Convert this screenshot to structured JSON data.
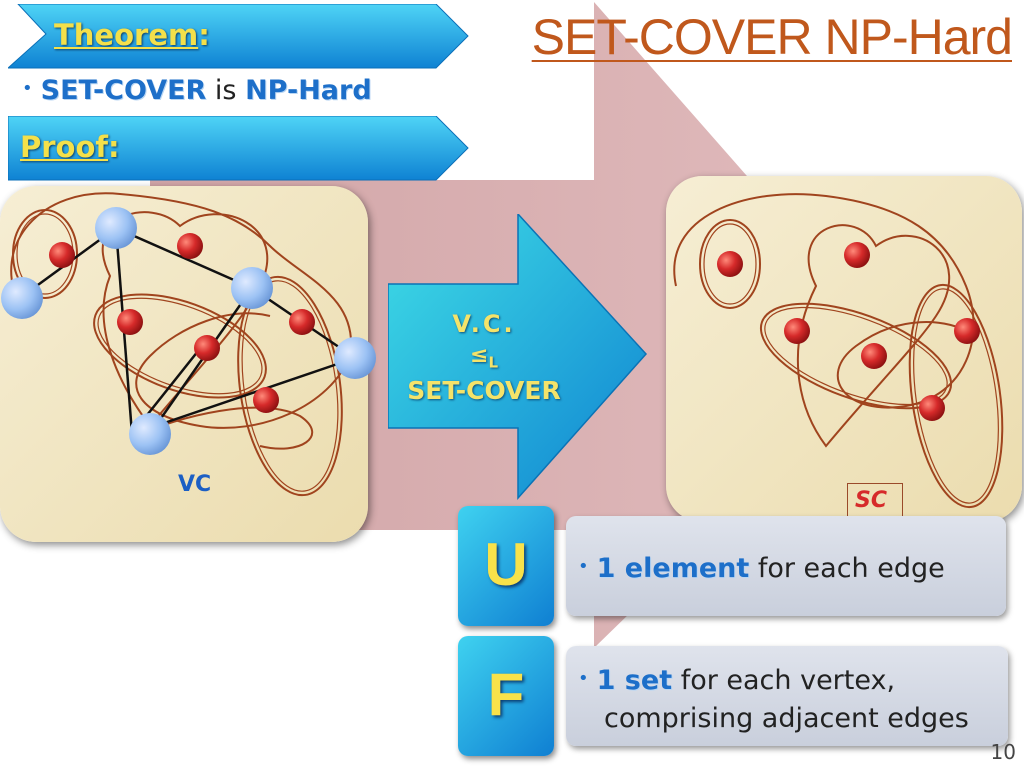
{
  "slide": {
    "title": "SET-COVER NP-Hard",
    "page_number": "10"
  },
  "theorem": {
    "label": "Theorem",
    "colon": ":",
    "bullet_part1": "SET-COVER",
    "bullet_part2": " is ",
    "bullet_part3": "NP-Hard"
  },
  "proof": {
    "label": "Proof",
    "colon": ":"
  },
  "vc_panel": {
    "label": "VC"
  },
  "sc_panel": {
    "label": "SC"
  },
  "reduction_arrow": {
    "line1": "V.C.",
    "line2": "≤",
    "line2_sub": "L",
    "line3": "SET-COVER"
  },
  "universe": {
    "letter": "U",
    "highlight": "1 element",
    "text": " for each edge"
  },
  "family": {
    "letter": "F",
    "highlight": "1 set",
    "text": " for each vertex,",
    "line2": "comprising adjacent edges"
  },
  "colors": {
    "accent_blue": "#1d6fc9",
    "title_orange": "#c0581c",
    "banner_blue": "#17a4e6",
    "element_red": "#d62a2a",
    "vertex_blue": "#9cc2f4",
    "set_outline": "#a0441e"
  }
}
